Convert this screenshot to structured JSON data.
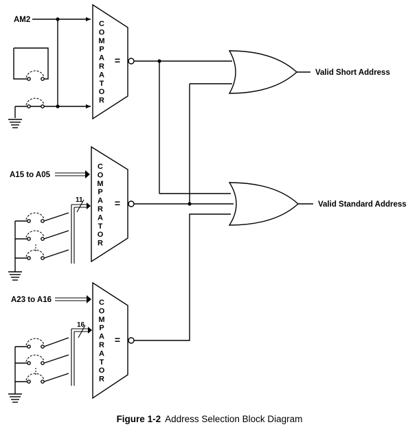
{
  "signals": {
    "am2": "AM2",
    "a15_a05": "A15 to A05",
    "a23_a16": "A23 to A16"
  },
  "comparator": {
    "label": "COMPARATOR",
    "equals": "="
  },
  "bus_widths": {
    "mid": "11",
    "bottom": "16"
  },
  "outputs": {
    "short": "Valid Short Address",
    "standard": "Valid Standard Address"
  },
  "caption": {
    "number": "Figure 1-2",
    "title": "Address Selection Block Diagram"
  }
}
